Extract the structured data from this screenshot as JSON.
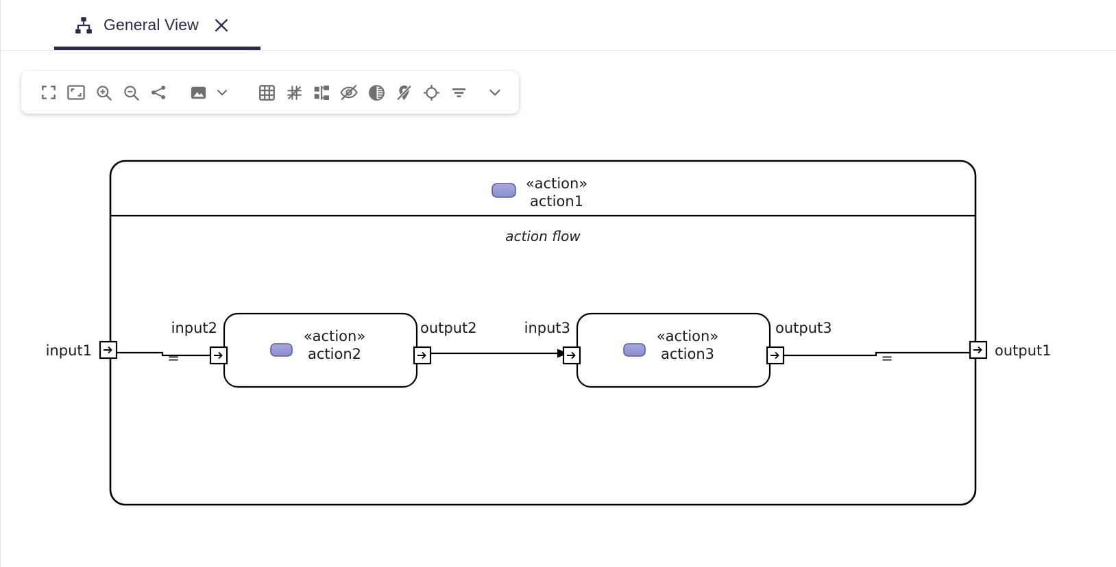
{
  "tab": {
    "label": "General View",
    "icon": "hierarchy-icon",
    "close_icon": "close-icon",
    "accent_color": "#2a2a52"
  },
  "toolbar": {
    "buttons": [
      {
        "name": "fullscreen-button",
        "icon": "fullscreen-icon",
        "title": "Fullscreen"
      },
      {
        "name": "fit-to-screen-button",
        "icon": "fit-screen-icon",
        "title": "Fit to screen"
      },
      {
        "name": "zoom-in-button",
        "icon": "zoom-in-icon",
        "title": "Zoom in"
      },
      {
        "name": "zoom-out-button",
        "icon": "zoom-out-icon",
        "title": "Zoom out"
      },
      {
        "name": "share-button",
        "icon": "share-icon",
        "title": "Share"
      },
      {
        "name": "export-image-button",
        "icon": "image-icon",
        "title": "Export as image"
      },
      {
        "name": "export-menu-button",
        "icon": "chevron-down-icon",
        "title": "Export options"
      },
      {
        "name": "grid-button",
        "icon": "grid-icon",
        "title": "Show grid"
      },
      {
        "name": "snap-to-grid-button",
        "icon": "snap-off-icon",
        "title": "Snap to grid"
      },
      {
        "name": "layout-button",
        "icon": "hierarchy-layout-icon",
        "title": "Auto layout"
      },
      {
        "name": "hide-elements-button",
        "icon": "eye-off-icon",
        "title": "Hide elements"
      },
      {
        "name": "contrast-button",
        "icon": "contrast-icon",
        "title": "Contrast"
      },
      {
        "name": "hide-labels-button",
        "icon": "location-off-icon",
        "title": "Hide labels"
      },
      {
        "name": "center-button",
        "icon": "target-icon",
        "title": "Center view"
      },
      {
        "name": "filter-button",
        "icon": "filter-icon",
        "title": "Filter"
      },
      {
        "name": "more-button",
        "icon": "chevron-down-icon",
        "title": "More"
      }
    ]
  },
  "diagram": {
    "frame": {
      "stereotype": "« action »",
      "stereotype_text": "«action»",
      "name": "action1",
      "compartment_label": "action flow",
      "icon": "action-icon"
    },
    "nodes": [
      {
        "id": "action2",
        "stereotype_text": "«action»",
        "name": "action2",
        "icon": "action-icon",
        "input_port_label": "input2",
        "output_port_label": "output2"
      },
      {
        "id": "action3",
        "stereotype_text": "«action»",
        "name": "action3",
        "icon": "action-icon",
        "input_port_label": "input3",
        "output_port_label": "output3"
      }
    ],
    "outer_ports": [
      {
        "id": "input1",
        "label": "input1"
      },
      {
        "id": "output1",
        "label": "output1"
      }
    ],
    "connectors": [
      {
        "id": "binding-input",
        "from": "input1",
        "to": "input2",
        "label": "=",
        "kind": "binding"
      },
      {
        "id": "flow-middle",
        "from": "output2",
        "to": "input3",
        "label": "",
        "kind": "item-flow"
      },
      {
        "id": "binding-output",
        "from": "output3",
        "to": "output1",
        "label": "=",
        "kind": "binding"
      }
    ],
    "colors": {
      "icon_fill_top": "#9fa2dd",
      "icon_fill_bottom": "#8b8ecb",
      "icon_stroke": "#5b5b9c",
      "line": "#000000",
      "frame": "#000000"
    }
  }
}
